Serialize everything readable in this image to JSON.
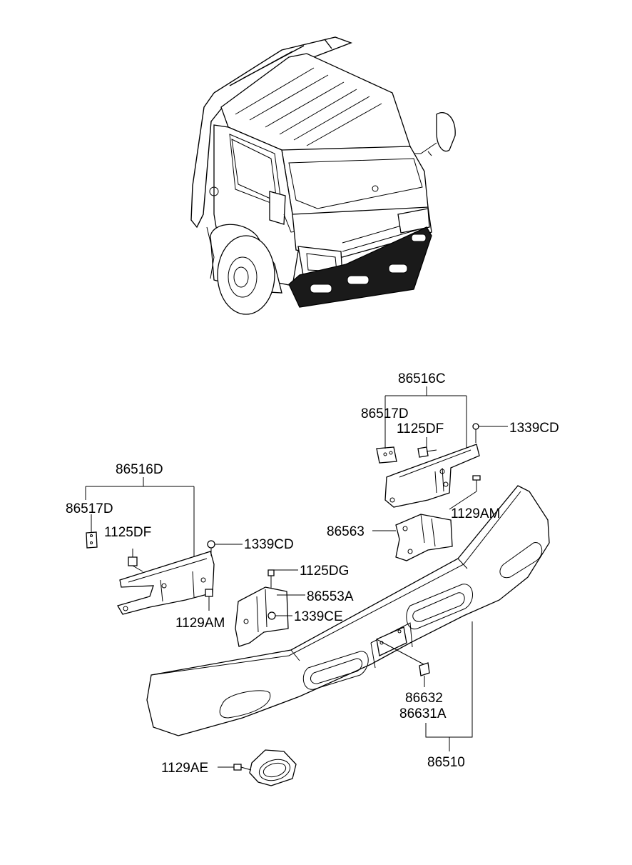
{
  "diagram": {
    "labels": {
      "bracket_right_assy": "86516C",
      "bracket_right_plate": "86517D",
      "bracket_right_bolt": "1125DF",
      "bracket_right_nut": "1339CD",
      "bracket_right_lower_bolt": "1129AM",
      "stay_center": "86563",
      "bracket_left_assy": "86516D",
      "bracket_left_plate": "86517D",
      "bracket_left_bolt": "1125DF",
      "bracket_left_nut": "1339CD",
      "bracket_left_lower_bolt": "1129AM",
      "stay_bolt": "1125DG",
      "stay_left": "86553A",
      "stay_nut": "1339CE",
      "plate_holder_a": "86632",
      "plate_holder_b": "86631A",
      "bumper_assy": "86510",
      "fog_lamp_screw": "1129AE"
    }
  }
}
